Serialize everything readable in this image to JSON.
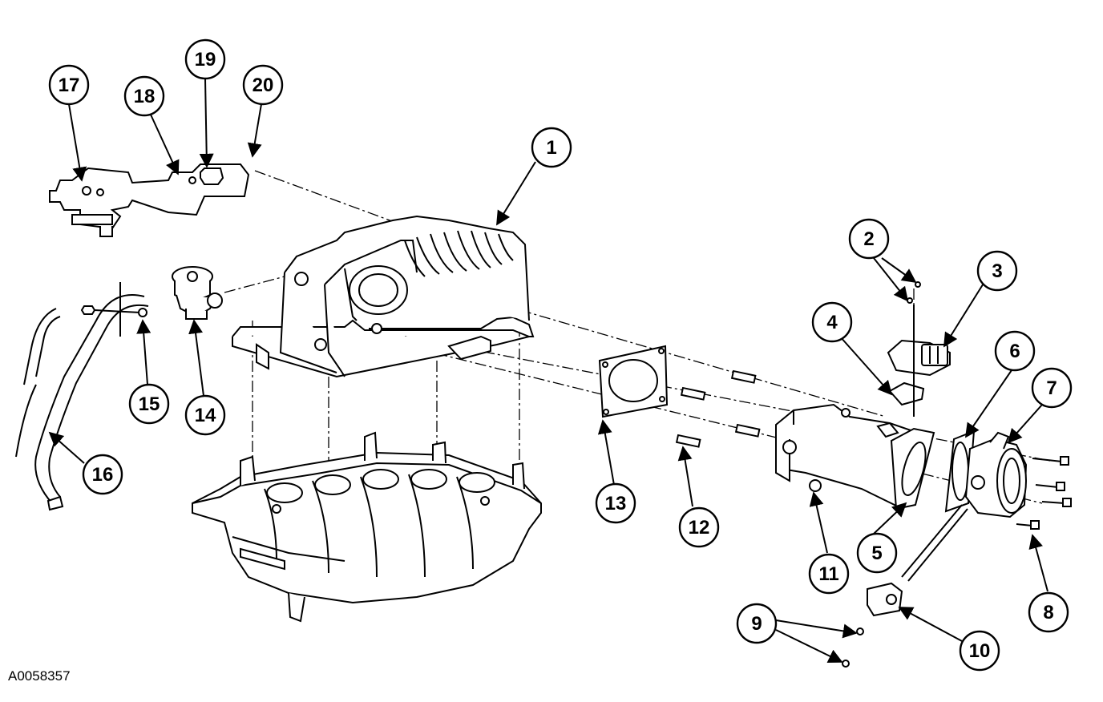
{
  "figure_id": "A0058357",
  "callouts": [
    {
      "id": "17",
      "label": "17"
    },
    {
      "id": "18",
      "label": "18"
    },
    {
      "id": "19",
      "label": "19"
    },
    {
      "id": "20",
      "label": "20"
    },
    {
      "id": "1",
      "label": "1"
    },
    {
      "id": "2",
      "label": "2"
    },
    {
      "id": "3",
      "label": "3"
    },
    {
      "id": "4",
      "label": "4"
    },
    {
      "id": "6",
      "label": "6"
    },
    {
      "id": "7",
      "label": "7"
    },
    {
      "id": "15",
      "label": "15"
    },
    {
      "id": "14",
      "label": "14"
    },
    {
      "id": "16",
      "label": "16"
    },
    {
      "id": "13",
      "label": "13"
    },
    {
      "id": "12",
      "label": "12"
    },
    {
      "id": "11",
      "label": "11"
    },
    {
      "id": "5",
      "label": "5"
    },
    {
      "id": "8",
      "label": "8"
    },
    {
      "id": "9",
      "label": "9"
    },
    {
      "id": "10",
      "label": "10"
    }
  ]
}
